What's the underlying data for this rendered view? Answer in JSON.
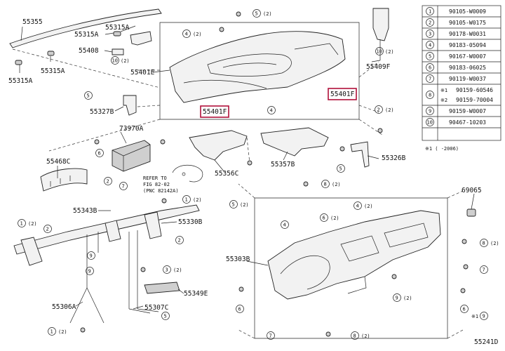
{
  "diagram": {
    "footer_code": "55241D",
    "part_labels": {
      "p55355": "55355",
      "p55315a_top": "55315A",
      "p55315a_mid": "55315A",
      "p55315a_left": "55315A",
      "p55408": "55408",
      "p55401e": "55401E",
      "p55409f": "55409F",
      "p55327b": "55327B",
      "p73970a": "73970A",
      "p55468c": "55468C",
      "p55343b": "55343B",
      "p55330b": "55330B",
      "p55356c": "55356C",
      "p55357b": "55357B",
      "p55326b": "55326B",
      "p69065": "69065",
      "p55303b": "55303B",
      "p55349e": "55349E",
      "p55306a": "55306A",
      "p55307c": "55307C",
      "p55401f_a": "55401F",
      "p55401f_b": "55401F"
    },
    "refer_note": [
      "REFER TO",
      "FIG 82-02",
      "(PNC 82142A)"
    ],
    "callout_qty": "(2)",
    "callout_qty_vals": [
      "(2)",
      "(2)",
      "(2)",
      "(2)",
      "(2)",
      "(2)",
      "(2)",
      "(2)",
      "(2)",
      "(2)",
      "(2)",
      "(2)",
      "(2)",
      "(2)",
      "(2)",
      "(2)",
      "(2)"
    ],
    "star": "※1",
    "table": {
      "rows": [
        {
          "num": "1",
          "part": "90105-W0009"
        },
        {
          "num": "2",
          "part": "90105-W0175"
        },
        {
          "num": "3",
          "part": "90178-W0031"
        },
        {
          "num": "4",
          "part": "90183-05094"
        },
        {
          "num": "5",
          "part": "90167-W0007"
        },
        {
          "num": "6",
          "part": "90183-06025"
        },
        {
          "num": "7",
          "part": "90119-W0037"
        },
        {
          "num": "8",
          "part": "90159-60546",
          "part2": "90159-70004",
          "tag1": "※1",
          "tag2": "※2"
        },
        {
          "num": "9",
          "part": "90159-W0007"
        },
        {
          "num": "10",
          "part": "90467-10203"
        }
      ],
      "note": "※1 (    -2006)"
    }
  }
}
